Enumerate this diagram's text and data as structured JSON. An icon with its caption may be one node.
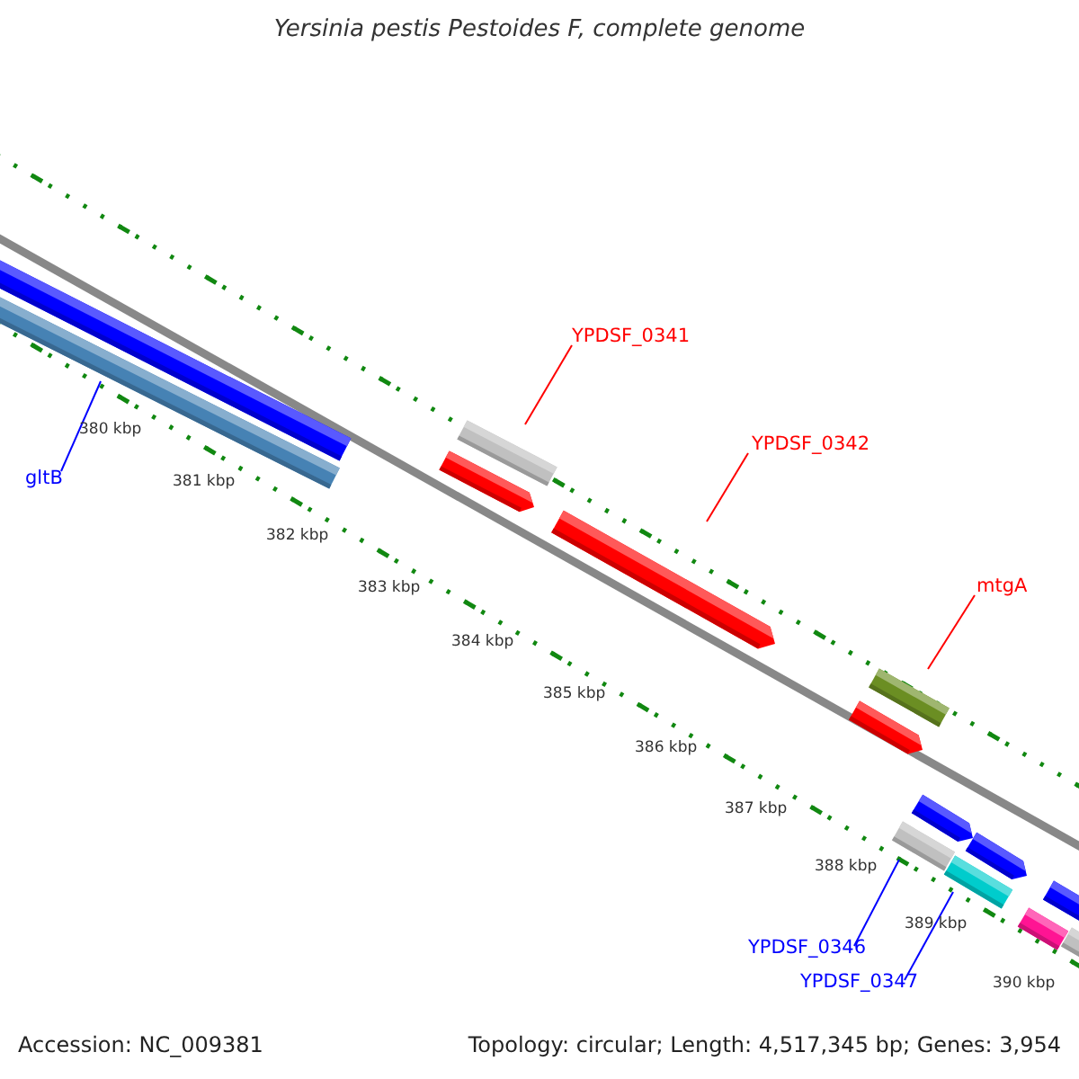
{
  "diagram": {
    "title": "Yersinia pestis Pestoides F, complete genome",
    "nodes": [
      {
        "text": [
          "gltB"
        ]
      },
      {
        "text": [],
        "shape": "bar"
      },
      {
        "text": [],
        "shape": "bar"
      },
      {
        "text": [
          "YPDSF_0341"
        ]
      },
      {
        "text": [],
        "shape": "bar"
      },
      {
        "text": [],
        "shape": "arrow"
      },
      {
        "text": [
          "YPDSF_0342"
        ]
      },
      {
        "text": [],
        "shape": "arrow"
      },
      {
        "text": [
          "mtgA"
        ]
      },
      {
        "text": [],
        "shape": "bar"
      },
      {
        "text": [],
        "shape": "arrow"
      },
      {
        "text": [],
        "shape": "arrow"
      },
      {
        "text": [
          "YPDSF_0346"
        ]
      },
      {
        "text": [],
        "shape": "bar"
      },
      {
        "text": [],
        "shape": "arrow"
      },
      {
        "text": [
          "YPDSF_0347"
        ]
      },
      {
        "text": [],
        "shape": "bar"
      },
      {
        "text": [],
        "shape": "arrow"
      },
      {
        "text": [],
        "shape": "bar"
      },
      {
        "text": [],
        "shape": "bar"
      }
    ],
    "edges": [
      {
        "from": 0,
        "to": 2,
        "arrow": "none",
        "color": "#0000ff"
      },
      {
        "from": 3,
        "to": 4,
        "arrow": "none",
        "color": "#ff0000"
      },
      {
        "from": 6,
        "to": 7,
        "arrow": "none",
        "color": "#ff0000"
      },
      {
        "from": 8,
        "to": 9,
        "arrow": "none",
        "color": "#ff0000"
      },
      {
        "from": 12,
        "to": 13,
        "arrow": "none",
        "color": "#0000ff"
      },
      {
        "from": 15,
        "to": 16,
        "arrow": "none",
        "color": "#0000ff"
      }
    ],
    "labels": [
      "380 kbp",
      "381 kbp",
      "382 kbp",
      "383 kbp",
      "384 kbp",
      "385 kbp",
      "386 kbp",
      "387 kbp",
      "388 kbp",
      "389 kbp",
      "390 kbp",
      "Accession: NC_009381",
      "Topology: circular; Length: 4,517,345 bp; Genes: 3,954"
    ]
  }
}
